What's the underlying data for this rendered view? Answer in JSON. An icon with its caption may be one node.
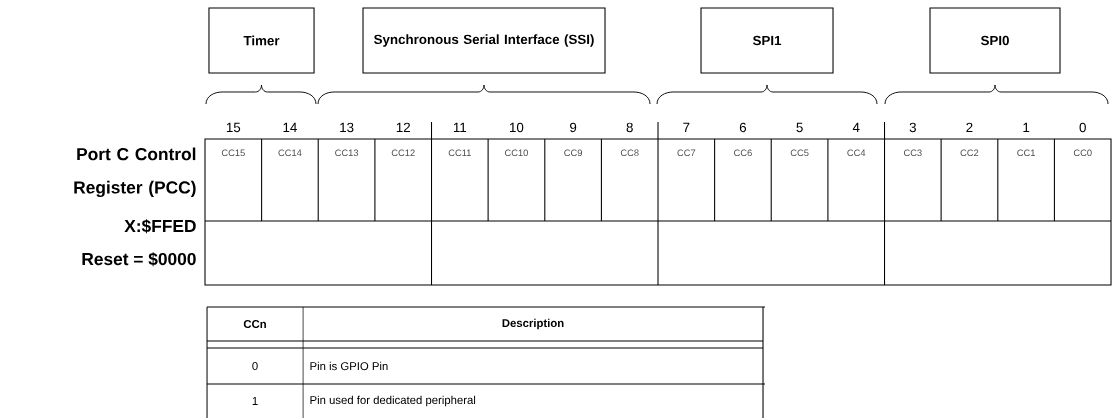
{
  "diagram": {
    "nodes": [
      {
        "text": [
          "Timer"
        ]
      },
      {
        "text": [
          "Synchronous Serial Interface (SSI)"
        ]
      },
      {
        "text": [
          "SPI1"
        ]
      },
      {
        "text": [
          "SPI0"
        ]
      }
    ],
    "labels": [
      "Port C Control Register (PCC)",
      "X:$FFED",
      "Reset = $0000",
      "15",
      "14",
      "13",
      "12",
      "11",
      "10",
      "9",
      "8",
      "7",
      "6",
      "5",
      "4",
      "3",
      "2",
      "1",
      "0",
      "CC15",
      "CC14",
      "CC13",
      "CC12",
      "CC11",
      "CC10",
      "CC9",
      "CC8",
      "CC7",
      "CC6",
      "CC5",
      "CC4",
      "CC3",
      "CC2",
      "CC1",
      "CC0",
      "CCn",
      "Description",
      "0",
      "Pin is GPIO Pin",
      "1",
      "Pin used for dedicated peripheral"
    ]
  }
}
